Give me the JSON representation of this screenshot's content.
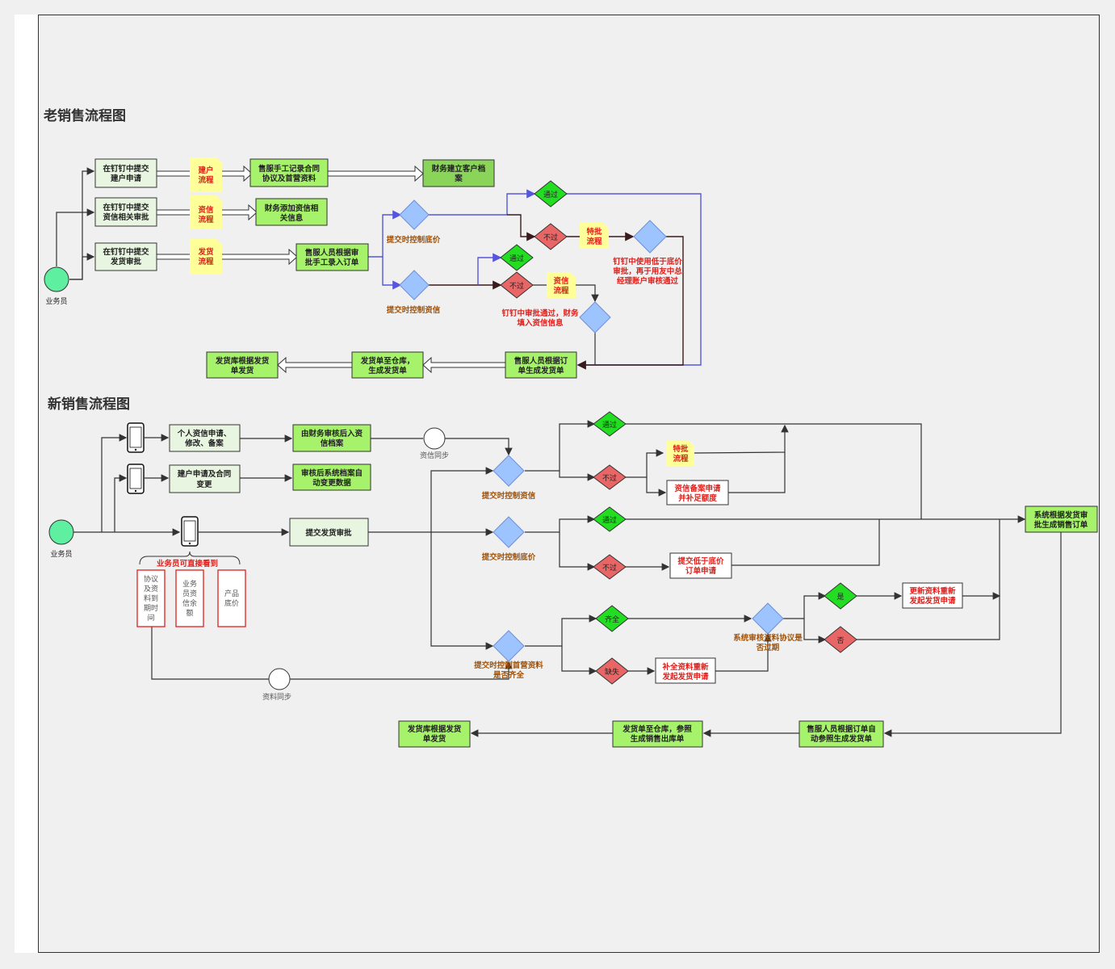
{
  "old_title": "老销售流程图",
  "new_title": "新销售流程图",
  "old": {
    "actor": "业务员",
    "box1": [
      "在钉钉中提交",
      "建户申请"
    ],
    "box2": [
      "在钉钉中提交",
      "资信相关审批"
    ],
    "box3": [
      "在钉钉中提交",
      "发货审批"
    ],
    "note1": [
      "建户",
      "流程"
    ],
    "note2": [
      "资信",
      "流程"
    ],
    "note3": [
      "发货",
      "流程"
    ],
    "box4": [
      "售服手工记录合同",
      "协议及首营资料"
    ],
    "box5": [
      "财务添加资信相",
      "关信息"
    ],
    "box6": [
      "售服人员根据审",
      "批手工录入订单"
    ],
    "box7": [
      "财务建立客户档",
      "案"
    ],
    "d_price_label": "提交时控制底价",
    "d_credit_label": "提交时控制资信",
    "pass1": "通过",
    "fail1": "不过",
    "pass2": "通过",
    "fail2": "不过",
    "note_special": [
      "特批",
      "流程"
    ],
    "note_credit": [
      "资信",
      "流程"
    ],
    "red1": [
      "钉钉中使用低于底价",
      "审批，再于用友中总",
      "经理账户审核通过"
    ],
    "red2": [
      "钉钉中审批通过，财务",
      "填入资信信息"
    ],
    "out1": [
      "售服人员根据订",
      "单生成发货单"
    ],
    "out2": [
      "发货单至仓库，",
      "生成发货单"
    ],
    "out3": [
      "发货库根据发货",
      "单发货"
    ]
  },
  "new": {
    "actor": "业务员",
    "n1": [
      "个人资信申请、",
      "修改、备案"
    ],
    "n2": [
      "建户申请及合同",
      "变更"
    ],
    "n3": "提交发货审批",
    "n4": [
      "由财务审核后入资",
      "信档案"
    ],
    "n5": [
      "审核后系统档案自",
      "动变更数据"
    ],
    "sync1": "资信同步",
    "sync2": "资料同步",
    "visible_label": "业务员可直接看到",
    "vis1": [
      "协议",
      "及资",
      "料到",
      "期时",
      "间"
    ],
    "vis2": [
      "业务",
      "员资",
      "信余",
      "额"
    ],
    "vis3": [
      "产品",
      "底价"
    ],
    "dc_label": "提交时控制资信",
    "dp_label": "提交时控制底价",
    "dd_label": [
      "提交时控制首营资料",
      "是否齐全"
    ],
    "pass_a": "通过",
    "fail_a": "不过",
    "pass_b": "通过",
    "fail_b": "不过",
    "full": "齐全",
    "missing": "缺失",
    "note_special": [
      "特批",
      "流程"
    ],
    "r1": [
      "资信备案申请",
      "并补足额度"
    ],
    "r2": [
      "提交低于底价",
      "订单申请"
    ],
    "r3": [
      "补全资料重新",
      "发起发货申请"
    ],
    "r4": [
      "更新资料重新",
      "发起发货申请"
    ],
    "sys_check": [
      "系统审核资料协议是",
      "否过期"
    ],
    "yes": "是",
    "no": "否",
    "sys_order": [
      "系统根据发货审",
      "批生成销售订单"
    ],
    "o1": [
      "售服人员根据订单自",
      "动参照生成发货单"
    ],
    "o2": [
      "发货单至仓库，参照",
      "生成销售出库单"
    ],
    "o3": [
      "发货库根据发货",
      "单发货"
    ]
  },
  "colors": {
    "green_dark": "#a6f26a",
    "green_light": "#ccf5c4",
    "red_text": "#e0201c",
    "orange_text": "#a0520a",
    "diamond_green": "#22dd22",
    "diamond_red": "#e86666",
    "diamond_blue": "#9ec4ff",
    "note_yellow": "#ffff99"
  },
  "icons": [
    "phone-icon",
    "start-circle-icon",
    "sync-circle-icon",
    "hollow-arrow-icon"
  ]
}
